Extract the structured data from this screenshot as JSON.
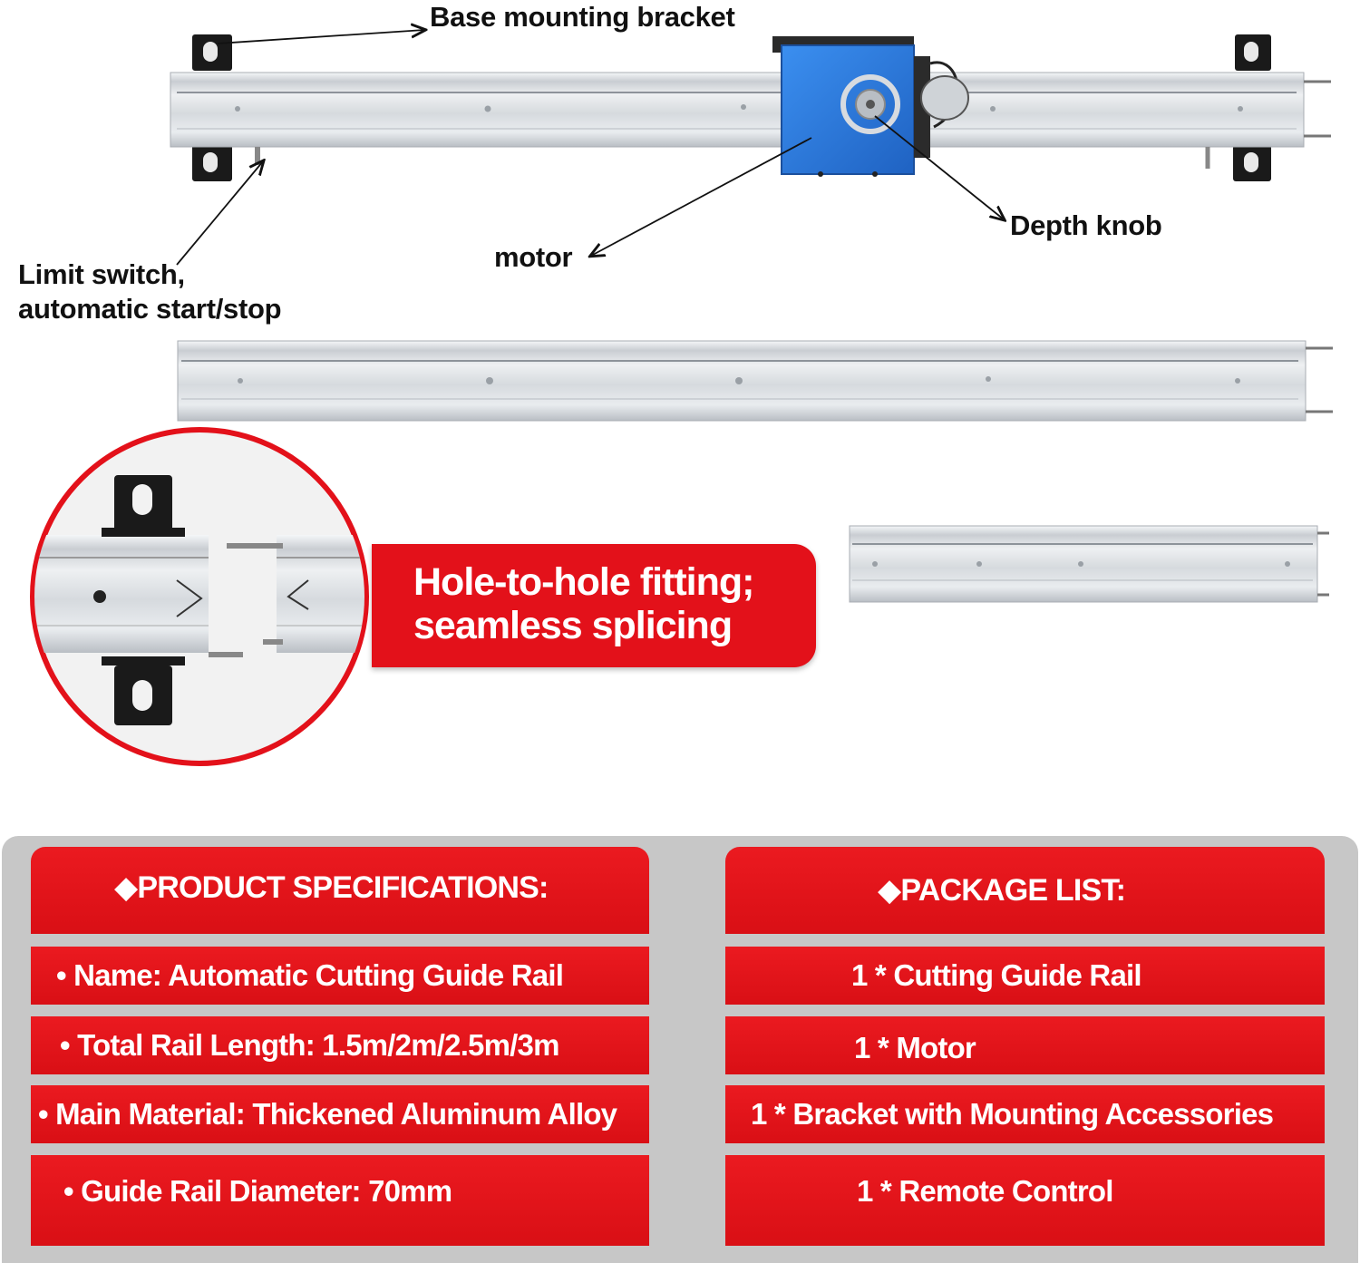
{
  "callouts": {
    "base_bracket": "Base mounting bracket",
    "depth_knob": "Depth knob",
    "motor": "motor",
    "limit_switch_line1": "Limit switch,",
    "limit_switch_line2": "automatic start/stop"
  },
  "splice": {
    "line1": "Hole-to-hole fitting;",
    "line2": "seamless splicing"
  },
  "specs": {
    "heading": "◆PRODUCT SPECIFICATIONS:",
    "items": [
      "• Name: Automatic Cutting Guide Rail",
      "• Total Rail Length: 1.5m/2m/2.5m/3m",
      "• Main Material: Thickened Aluminum Alloy",
      "• Guide Rail Diameter: 70mm"
    ]
  },
  "package": {
    "heading": "◆PACKAGE LIST:",
    "items": [
      "1 * Cutting Guide Rail",
      "1 * Motor",
      "1 * Bracket with Mounting Accessories",
      "1 * Remote Control"
    ]
  },
  "colors": {
    "accent_red": "#e3111a",
    "motor_blue": "#2f7fe0",
    "panel_gray": "#c7c7c7",
    "rail_silver": "#d9dde1"
  },
  "icons": [
    "arrow-icon",
    "mounting-bracket-icon",
    "motor-unit-icon",
    "depth-knob-icon",
    "magnifier-circle-icon"
  ]
}
